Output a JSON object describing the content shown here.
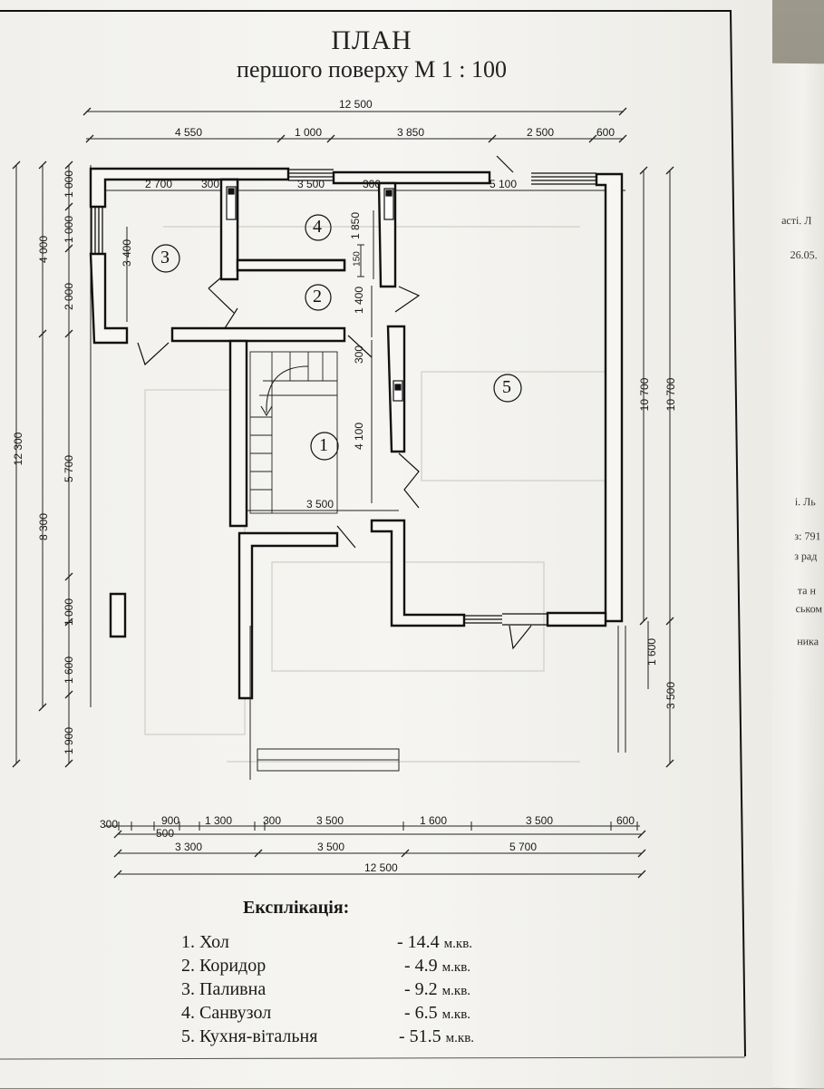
{
  "title": "ПЛАН",
  "subtitle": "першого поверху   М 1 : 100",
  "dimensions": {
    "top_total": "12 500",
    "top_segments": [
      "4 550",
      "1 000",
      "3 850",
      "2 500",
      "600"
    ],
    "inner_top": [
      "2 700",
      "300",
      "3 500",
      "300",
      "5 100"
    ],
    "left_outer": [
      "12 300"
    ],
    "left_mid": [
      "4 000",
      "8 300"
    ],
    "left_inner": [
      "1 000",
      "1 000",
      "2 000",
      "5 700",
      "1 000",
      "1 600",
      "1 900"
    ],
    "room3_height": "3 400",
    "room4_height": "1 850",
    "small_150": "150",
    "room2_height": "1 400",
    "dim_300": "300",
    "hall_height": "4 100",
    "hall_width": "3 500",
    "right_inner": [
      "10 700",
      "1 600"
    ],
    "right_outer": [
      "10 700",
      "3 500"
    ],
    "bottom_row1": [
      "300",
      "900",
      "500",
      "1 300",
      "300",
      "3 500",
      "1 600",
      "3 500",
      "600"
    ],
    "bottom_row2": [
      "3 300",
      "3 500",
      "5 700"
    ],
    "bottom_total": "12 500"
  },
  "room_numbers": [
    "1",
    "2",
    "3",
    "4",
    "5"
  ],
  "explication": {
    "title": "Експлікація:",
    "rooms": [
      {
        "name": "1. Хол",
        "area": "- 14.4",
        "unit": "м.кв."
      },
      {
        "name": "2. Коридор",
        "area": "- 4.9",
        "unit": "м.кв."
      },
      {
        "name": "3. Паливна",
        "area": "- 9.2",
        "unit": "м.кв."
      },
      {
        "name": "4. Санвузол",
        "area": "- 6.5",
        "unit": "м.кв."
      },
      {
        "name": "5. Кухня-вітальня",
        "area": "- 51.5",
        "unit": "м.кв."
      }
    ]
  },
  "back_sheet_text": [
    "асті. Л",
    "26.05.",
    "і. Ль",
    "з: 791",
    "з рад",
    "та н",
    "ськом",
    "ника"
  ]
}
